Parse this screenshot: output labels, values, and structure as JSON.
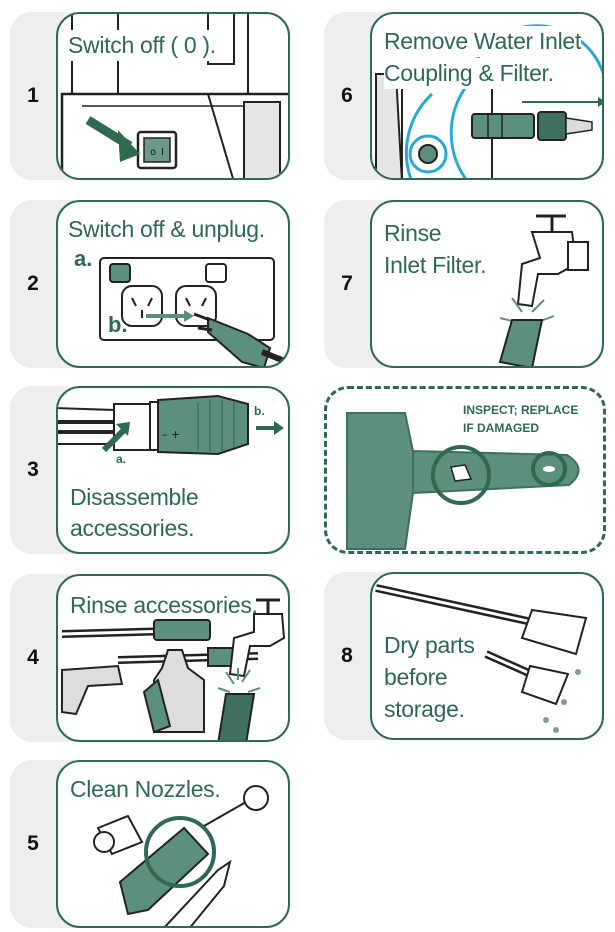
{
  "steps": [
    {
      "number": "1",
      "caption": "Switch off ( 0 )."
    },
    {
      "number": "2",
      "caption": "Switch off & unplug.",
      "label_a": "a.",
      "label_b": "b."
    },
    {
      "number": "3",
      "caption_line1": "Disassemble",
      "caption_line2": "accessories.",
      "label_a": "a.",
      "label_b": "b."
    },
    {
      "number": "4",
      "caption": "Rinse accessories."
    },
    {
      "number": "5",
      "caption": "Clean Nozzles."
    },
    {
      "number": "6",
      "caption_line1": "Remove Water Inlet",
      "caption_line2": "Coupling & Filter."
    },
    {
      "number": "7",
      "caption_line1": "Rinse",
      "caption_line2": "Inlet Filter."
    },
    {
      "number": "8",
      "caption_line1": "Dry parts",
      "caption_line2": "before",
      "caption_line3": "storage."
    }
  ],
  "inspect": {
    "line1": "INSPECT; REPLACE",
    "line2": "IF DAMAGED"
  },
  "colors": {
    "accent": "#2d6a4f",
    "part_fill": "#5d8f7d",
    "panel": "#eeeeee"
  },
  "icons": [
    "power-switch",
    "wall-socket",
    "plug",
    "wand",
    "spray-gun",
    "detergent-bottle",
    "tap",
    "nozzle",
    "inlet-filter",
    "coupling",
    "water-drops",
    "magnifier-circle",
    "arrow"
  ]
}
